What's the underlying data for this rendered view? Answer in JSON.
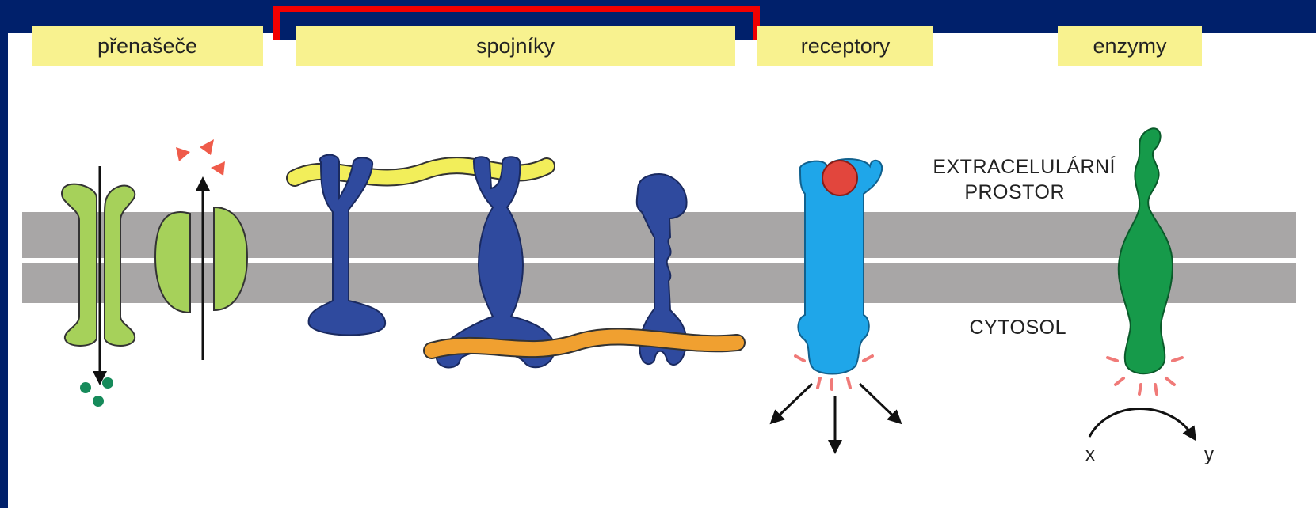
{
  "categories": {
    "carriers": "přenašeče",
    "linkers": "spojníky",
    "receptors": "receptory",
    "enzymes": "enzymy"
  },
  "regions": {
    "extracellular_line1": "EXTRACELULÁRNÍ",
    "extracellular_line2": "PROSTOR",
    "cytosol": "CYTOSOL"
  },
  "enzyme_reaction": {
    "substrate": "x",
    "product": "y"
  },
  "colors": {
    "background": "#00206b",
    "frame": "#f20000",
    "label_highlight": "#f8f28f",
    "membrane": "#a8a6a6",
    "carrier_protein": "#a6d15a",
    "linker_protein": "#2f4a9e",
    "receptor_protein": "#1fa6e9",
    "enzyme_protein": "#169a4a",
    "ligand": "#e2463d",
    "extracellular_filament": "#f2ee5a",
    "intracellular_filament": "#f0a030"
  }
}
